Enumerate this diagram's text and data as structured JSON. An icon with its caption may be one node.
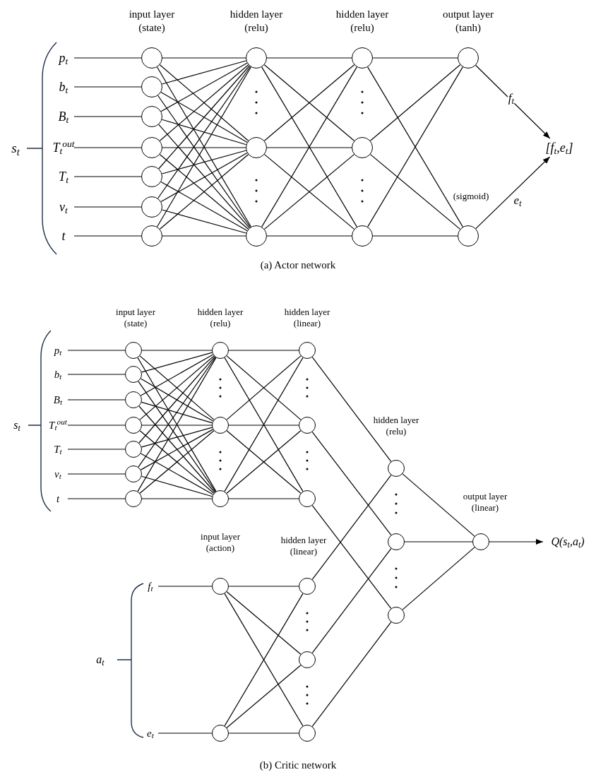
{
  "diagram": {
    "nodes": [
      {
        "text": [
          "p$_{t}$"
        ]
      },
      {
        "text": [
          "b$_{t}$"
        ]
      },
      {
        "text": [
          "B$_{t}$"
        ]
      },
      {
        "text": [
          "T$_{t}$$^{out}$"
        ]
      },
      {
        "text": [
          "T$_{t}$"
        ]
      },
      {
        "text": [
          "v$_{t}$"
        ]
      },
      {
        "text": [
          "t"
        ]
      },
      {
        "text": [],
        "shape": "circle"
      },
      {
        "text": [],
        "shape": "circle"
      },
      {
        "text": [],
        "shape": "circle"
      },
      {
        "text": [],
        "shape": "circle"
      },
      {
        "text": [],
        "shape": "circle"
      },
      {
        "text": [],
        "shape": "circle"
      },
      {
        "text": [],
        "shape": "circle"
      },
      {
        "text": [],
        "shape": "circle"
      },
      {
        "text": [],
        "shape": "circle"
      },
      {
        "text": [],
        "shape": "circle"
      },
      {
        "text": [],
        "shape": "circle"
      },
      {
        "text": [],
        "shape": "circle"
      },
      {
        "text": [],
        "shape": "circle"
      },
      {
        "text": [],
        "shape": "circle"
      },
      {
        "text": [],
        "shape": "circle"
      },
      {
        "text": [
          "[f$_{t}$,e$_{t}$]"
        ]
      },
      {
        "text": [
          "p$_{t}$"
        ]
      },
      {
        "text": [
          "b$_{t}$"
        ]
      },
      {
        "text": [
          "B$_{t}$"
        ]
      },
      {
        "text": [
          "T$_{t}$$^{out}$"
        ]
      },
      {
        "text": [
          "T$_{t}$"
        ]
      },
      {
        "text": [
          "v$_{t}$"
        ]
      },
      {
        "text": [
          "t"
        ]
      },
      {
        "text": [],
        "shape": "circle"
      },
      {
        "text": [],
        "shape": "circle"
      },
      {
        "text": [],
        "shape": "circle"
      },
      {
        "text": [],
        "shape": "circle"
      },
      {
        "text": [],
        "shape": "circle"
      },
      {
        "text": [],
        "shape": "circle"
      },
      {
        "text": [],
        "shape": "circle"
      },
      {
        "text": [],
        "shape": "circle"
      },
      {
        "text": [],
        "shape": "circle"
      },
      {
        "text": [],
        "shape": "circle"
      },
      {
        "text": [],
        "shape": "circle"
      },
      {
        "text": [],
        "shape": "circle"
      },
      {
        "text": [],
        "shape": "circle"
      },
      {
        "text": [
          "f$_{t}$"
        ]
      },
      {
        "text": [
          "e$_{t}$"
        ]
      },
      {
        "text": [],
        "shape": "circle"
      },
      {
        "text": [],
        "shape": "circle"
      },
      {
        "text": [],
        "shape": "circle"
      },
      {
        "text": [],
        "shape": "circle"
      },
      {
        "text": [],
        "shape": "circle"
      },
      {
        "text": [],
        "shape": "circle"
      },
      {
        "text": [],
        "shape": "circle"
      },
      {
        "text": [],
        "shape": "circle"
      },
      {
        "text": [],
        "shape": "circle"
      },
      {
        "text": [
          "Q(s$_{t}$,a$_{t}$)"
        ]
      }
    ],
    "edges": [
      {
        "from": 0,
        "to": 7,
        "arrow": "none"
      },
      {
        "from": 1,
        "to": 8,
        "arrow": "none"
      },
      {
        "from": 2,
        "to": 9,
        "arrow": "none"
      },
      {
        "from": 3,
        "to": 10,
        "arrow": "none"
      },
      {
        "from": 4,
        "to": 11,
        "arrow": "none"
      },
      {
        "from": 5,
        "to": 12,
        "arrow": "none"
      },
      {
        "from": 6,
        "to": 13,
        "arrow": "none"
      },
      {
        "from": 7,
        "to": 14,
        "arrow": "none"
      },
      {
        "from": 7,
        "to": 15,
        "arrow": "none"
      },
      {
        "from": 7,
        "to": 16,
        "arrow": "none"
      },
      {
        "from": 8,
        "to": 14,
        "arrow": "none"
      },
      {
        "from": 8,
        "to": 15,
        "arrow": "none"
      },
      {
        "from": 8,
        "to": 16,
        "arrow": "none"
      },
      {
        "from": 9,
        "to": 14,
        "arrow": "none"
      },
      {
        "from": 9,
        "to": 15,
        "arrow": "none"
      },
      {
        "from": 9,
        "to": 16,
        "arrow": "none"
      },
      {
        "from": 10,
        "to": 14,
        "arrow": "none"
      },
      {
        "from": 10,
        "to": 15,
        "arrow": "none"
      },
      {
        "from": 10,
        "to": 16,
        "arrow": "none"
      },
      {
        "from": 11,
        "to": 14,
        "arrow": "none"
      },
      {
        "from": 11,
        "to": 15,
        "arrow": "none"
      },
      {
        "from": 11,
        "to": 16,
        "arrow": "none"
      },
      {
        "from": 12,
        "to": 14,
        "arrow": "none"
      },
      {
        "from": 12,
        "to": 15,
        "arrow": "none"
      },
      {
        "from": 12,
        "to": 16,
        "arrow": "none"
      },
      {
        "from": 13,
        "to": 14,
        "arrow": "none"
      },
      {
        "from": 13,
        "to": 15,
        "arrow": "none"
      },
      {
        "from": 13,
        "to": 16,
        "arrow": "none"
      },
      {
        "from": 14,
        "to": 17,
        "arrow": "none"
      },
      {
        "from": 14,
        "to": 18,
        "arrow": "none"
      },
      {
        "from": 14,
        "to": 19,
        "arrow": "none"
      },
      {
        "from": 15,
        "to": 17,
        "arrow": "none"
      },
      {
        "from": 15,
        "to": 18,
        "arrow": "none"
      },
      {
        "from": 15,
        "to": 19,
        "arrow": "none"
      },
      {
        "from": 16,
        "to": 17,
        "arrow": "none"
      },
      {
        "from": 16,
        "to": 18,
        "arrow": "none"
      },
      {
        "from": 16,
        "to": 19,
        "arrow": "none"
      },
      {
        "from": 17,
        "to": 20,
        "arrow": "none"
      },
      {
        "from": 17,
        "to": 21,
        "arrow": "none"
      },
      {
        "from": 18,
        "to": 20,
        "arrow": "none"
      },
      {
        "from": 18,
        "to": 21,
        "arrow": "none"
      },
      {
        "from": 19,
        "to": 20,
        "arrow": "none"
      },
      {
        "from": 19,
        "to": 21,
        "arrow": "none"
      },
      {
        "from": 20,
        "to": 22,
        "arrow": "to",
        "label": "f$_{t}$"
      },
      {
        "from": 21,
        "to": 22,
        "arrow": "to",
        "label": "e$_{t}$"
      },
      {
        "from": 23,
        "to": 30,
        "arrow": "none"
      },
      {
        "from": 24,
        "to": 31,
        "arrow": "none"
      },
      {
        "from": 25,
        "to": 32,
        "arrow": "none"
      },
      {
        "from": 26,
        "to": 33,
        "arrow": "none"
      },
      {
        "from": 27,
        "to": 34,
        "arrow": "none"
      },
      {
        "from": 28,
        "to": 35,
        "arrow": "none"
      },
      {
        "from": 29,
        "to": 36,
        "arrow": "none"
      },
      {
        "from": 30,
        "to": 37,
        "arrow": "none"
      },
      {
        "from": 30,
        "to": 38,
        "arrow": "none"
      },
      {
        "from": 30,
        "to": 39,
        "arrow": "none"
      },
      {
        "from": 31,
        "to": 37,
        "arrow": "none"
      },
      {
        "from": 31,
        "to": 38,
        "arrow": "none"
      },
      {
        "from": 31,
        "to": 39,
        "arrow": "none"
      },
      {
        "from": 32,
        "to": 37,
        "arrow": "none"
      },
      {
        "from": 32,
        "to": 38,
        "arrow": "none"
      },
      {
        "from": 32,
        "to": 39,
        "arrow": "none"
      },
      {
        "from": 33,
        "to": 37,
        "arrow": "none"
      },
      {
        "from": 33,
        "to": 38,
        "arrow": "none"
      },
      {
        "from": 33,
        "to": 39,
        "arrow": "none"
      },
      {
        "from": 34,
        "to": 37,
        "arrow": "none"
      },
      {
        "from": 34,
        "to": 38,
        "arrow": "none"
      },
      {
        "from": 34,
        "to": 39,
        "arrow": "none"
      },
      {
        "from": 35,
        "to": 37,
        "arrow": "none"
      },
      {
        "from": 35,
        "to": 38,
        "arrow": "none"
      },
      {
        "from": 35,
        "to": 39,
        "arrow": "none"
      },
      {
        "from": 36,
        "to": 37,
        "arrow": "none"
      },
      {
        "from": 36,
        "to": 38,
        "arrow": "none"
      },
      {
        "from": 36,
        "to": 39,
        "arrow": "none"
      },
      {
        "from": 37,
        "to": 40,
        "arrow": "none"
      },
      {
        "from": 37,
        "to": 41,
        "arrow": "none"
      },
      {
        "from": 37,
        "to": 42,
        "arrow": "none"
      },
      {
        "from": 38,
        "to": 40,
        "arrow": "none"
      },
      {
        "from": 38,
        "to": 41,
        "arrow": "none"
      },
      {
        "from": 38,
        "to": 42,
        "arrow": "none"
      },
      {
        "from": 39,
        "to": 40,
        "arrow": "none"
      },
      {
        "from": 39,
        "to": 41,
        "arrow": "none"
      },
      {
        "from": 39,
        "to": 42,
        "arrow": "none"
      },
      {
        "from": 43,
        "to": 45,
        "arrow": "none"
      },
      {
        "from": 44,
        "to": 46,
        "arrow": "none"
      },
      {
        "from": 45,
        "to": 47,
        "arrow": "none"
      },
      {
        "from": 45,
        "to": 48,
        "arrow": "none"
      },
      {
        "from": 45,
        "to": 49,
        "arrow": "none"
      },
      {
        "from": 46,
        "to": 47,
        "arrow": "none"
      },
      {
        "from": 46,
        "to": 48,
        "arrow": "none"
      },
      {
        "from": 46,
        "to": 49,
        "arrow": "none"
      },
      {
        "from": 40,
        "to": 50,
        "arrow": "none"
      },
      {
        "from": 41,
        "to": 51,
        "arrow": "none"
      },
      {
        "from": 42,
        "to": 52,
        "arrow": "none"
      },
      {
        "from": 47,
        "to": 50,
        "arrow": "none"
      },
      {
        "from": 48,
        "to": 51,
        "arrow": "none"
      },
      {
        "from": 49,
        "to": 52,
        "arrow": "none"
      },
      {
        "from": 50,
        "to": 53,
        "arrow": "none"
      },
      {
        "from": 51,
        "to": 53,
        "arrow": "none"
      },
      {
        "from": 52,
        "to": 53,
        "arrow": "none"
      },
      {
        "from": 53,
        "to": 54,
        "arrow": "to"
      }
    ],
    "labels": [
      "input layer (state)",
      "hidden layer (relu)",
      "hidden layer (relu)",
      "output layer (tanh)",
      "s$_{t}$",
      "(sigmoid)",
      "(a) Actor network",
      "input layer (state)",
      "hidden layer (relu)",
      "hidden layer (linear)",
      "hidden layer (relu)",
      "input layer (action)",
      "hidden layer (linear)",
      "output layer (linear)",
      "s$_{t}$",
      "a$_{t}$",
      "(b) Critic network"
    ]
  }
}
